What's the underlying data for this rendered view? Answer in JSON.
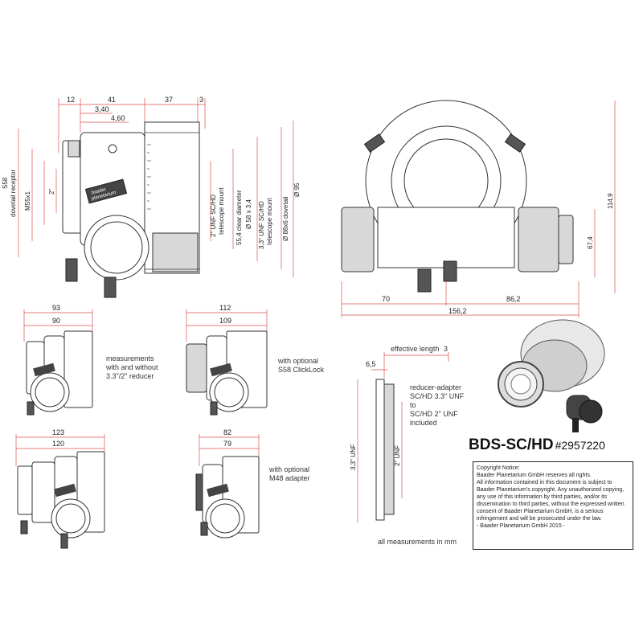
{
  "product": {
    "title": "BDS-SC/HD",
    "code": "#2957220"
  },
  "copyright": {
    "lines": [
      "Copyright Notice:",
      "Baader Planetarium GmbH reserves all rights.",
      "All information contained in this document is subject to Baader Planetarium's copyright. Any unauthorized copying, any use of this information by third parties, and/or its dissemination to third parties, without the expressed written consent of Baader Planetarium GmbH, is a serious infringement and will be prosecuted under the law.",
      "- Baader Planetarium GmbH 2015 -"
    ]
  },
  "main_side_view": {
    "top_dims": [
      "12",
      "41",
      "37",
      "3"
    ],
    "sub_dims": [
      "3,40",
      "4,60"
    ],
    "left_labels": [
      "S58",
      "dovetail receptor",
      "M55x1",
      "2\""
    ],
    "vertical_labels": [
      "2\" UNF SC/HD",
      "telescope mount",
      "55,4 clear diameter",
      "Ø 58 x 3,4",
      "3,3\" UNF SC/HD",
      "telescope mount",
      "Ø 88x6 dovetail",
      "Ø 95"
    ],
    "logo_text": [
      "baader",
      "planetarium"
    ]
  },
  "front_view": {
    "dims_bottom": [
      "70",
      "86,2",
      "156,2"
    ],
    "dims_right": [
      "67,4",
      "114,9"
    ]
  },
  "variants": [
    {
      "dims": [
        "93",
        "90"
      ],
      "note": [
        "measurements",
        "with and without",
        "3.3\"/2\" reducer"
      ]
    },
    {
      "dims": [
        "112",
        "109"
      ],
      "note": [
        "with optional",
        "S58 ClickLock"
      ]
    },
    {
      "dims": [
        "123",
        "120"
      ],
      "note": []
    },
    {
      "dims": [
        "82",
        "79"
      ],
      "note": [
        "with optional",
        "M48 adapter"
      ]
    }
  ],
  "reducer": {
    "effective_length_label": "effective length",
    "effective_length_value": "3",
    "top_dim": "6,5",
    "note": [
      "reducer-adapter",
      "SC/HD 3.3\" UNF",
      "to",
      "SC/HD 2\" UNF",
      "included"
    ],
    "left_label": "3,3\" UNF",
    "right_label": "2\" UNF"
  },
  "footer_note": "all measurements in mm"
}
